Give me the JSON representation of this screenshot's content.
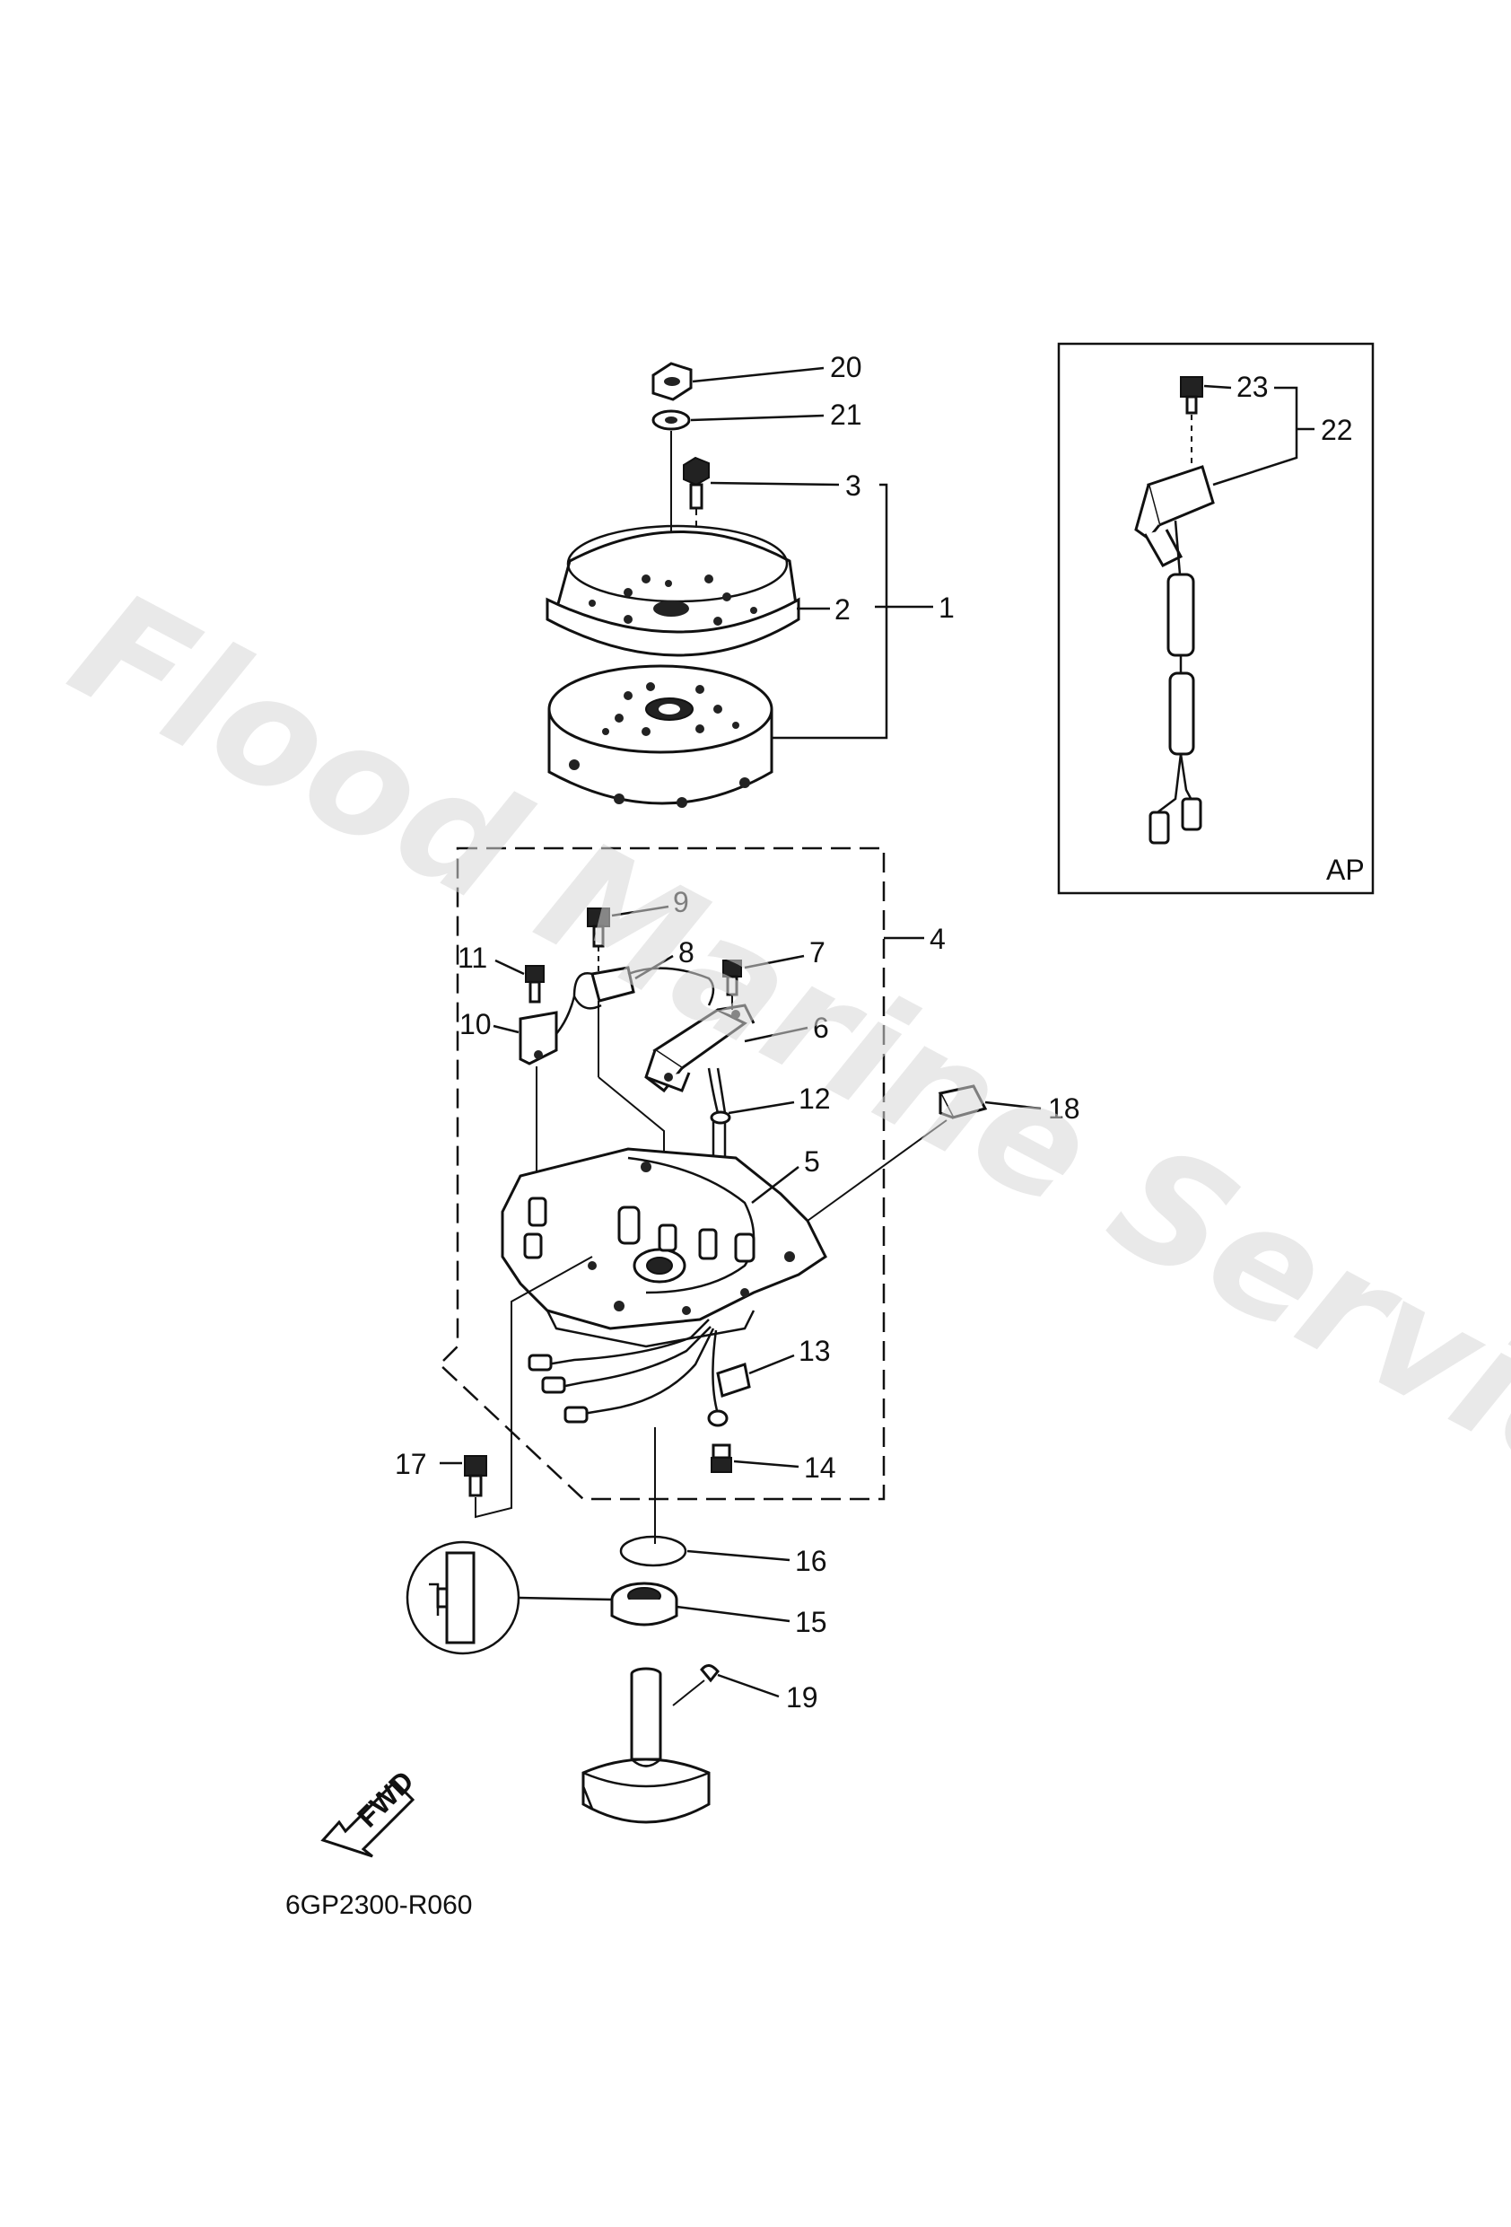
{
  "watermark": "Flood Marine Services",
  "diagram_code": "6GP2300-R060",
  "inset_tag": "AP",
  "fwd_label": "FWD",
  "callouts": {
    "c1": "1",
    "c2": "2",
    "c3": "3",
    "c4": "4",
    "c5": "5",
    "c6": "6",
    "c7": "7",
    "c8": "8",
    "c9": "9",
    "c10": "10",
    "c11": "11",
    "c12": "12",
    "c13": "13",
    "c14": "14",
    "c15": "15",
    "c16": "16",
    "c17": "17",
    "c18": "18",
    "c19": "19",
    "c20": "20",
    "c21": "21",
    "c22": "22",
    "c23": "23"
  }
}
